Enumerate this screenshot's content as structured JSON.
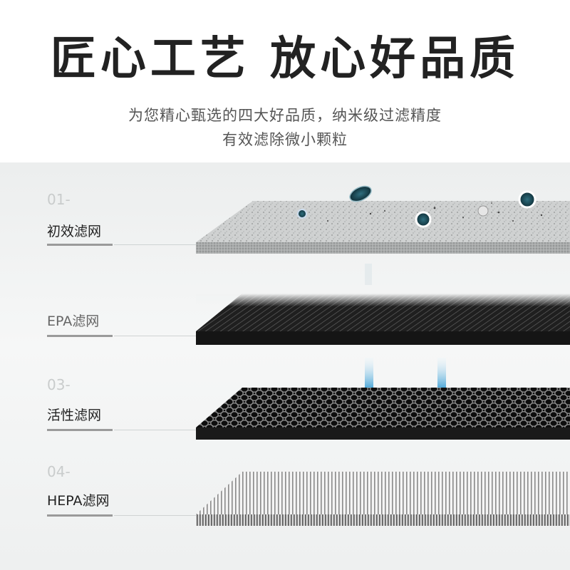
{
  "title": "匠心工艺 放心好品质",
  "subtitle_line1": "为您精心甄选的四大好品质，纳米级过滤精度",
  "subtitle_line2": "有效滤除微小颗粒",
  "layers": [
    {
      "number": "01-",
      "label": "初效滤网"
    },
    {
      "number": "",
      "label": "EPA滤网"
    },
    {
      "number": "03-",
      "label": "活性滤网"
    },
    {
      "number": "04-",
      "label": "HEPA滤网"
    }
  ],
  "colors": {
    "title": "#222222",
    "subtitle": "#555555",
    "number": "#c9cccc",
    "arrow": "#4aa6d8"
  }
}
